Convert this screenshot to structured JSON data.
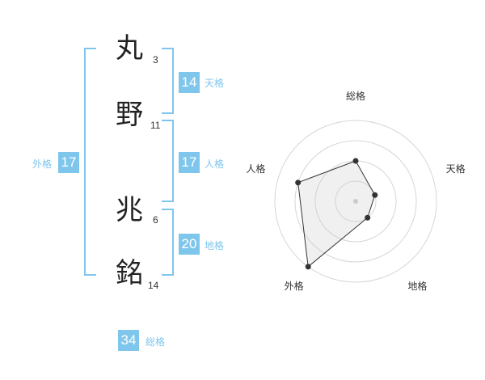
{
  "colors": {
    "accent": "#7fc6ec",
    "badge": "#7fc6ec"
  },
  "name": {
    "chars": [
      {
        "char": "丸",
        "strokes": "3"
      },
      {
        "char": "野",
        "strokes": "11"
      },
      {
        "char": "兆",
        "strokes": "6"
      },
      {
        "char": "銘",
        "strokes": "14"
      }
    ]
  },
  "fortune": {
    "ten": {
      "value": "14",
      "label": "天格"
    },
    "jin": {
      "value": "17",
      "label": "人格"
    },
    "chi": {
      "value": "20",
      "label": "地格"
    },
    "gai": {
      "value": "17",
      "label": "外格"
    },
    "sou": {
      "value": "34",
      "label": "総格"
    }
  },
  "chart_data": {
    "type": "radar",
    "axes": [
      "総格",
      "天格",
      "地格",
      "外格",
      "人格"
    ],
    "values": [
      2,
      1,
      1,
      4,
      3
    ],
    "max": 4,
    "rings": 4
  }
}
